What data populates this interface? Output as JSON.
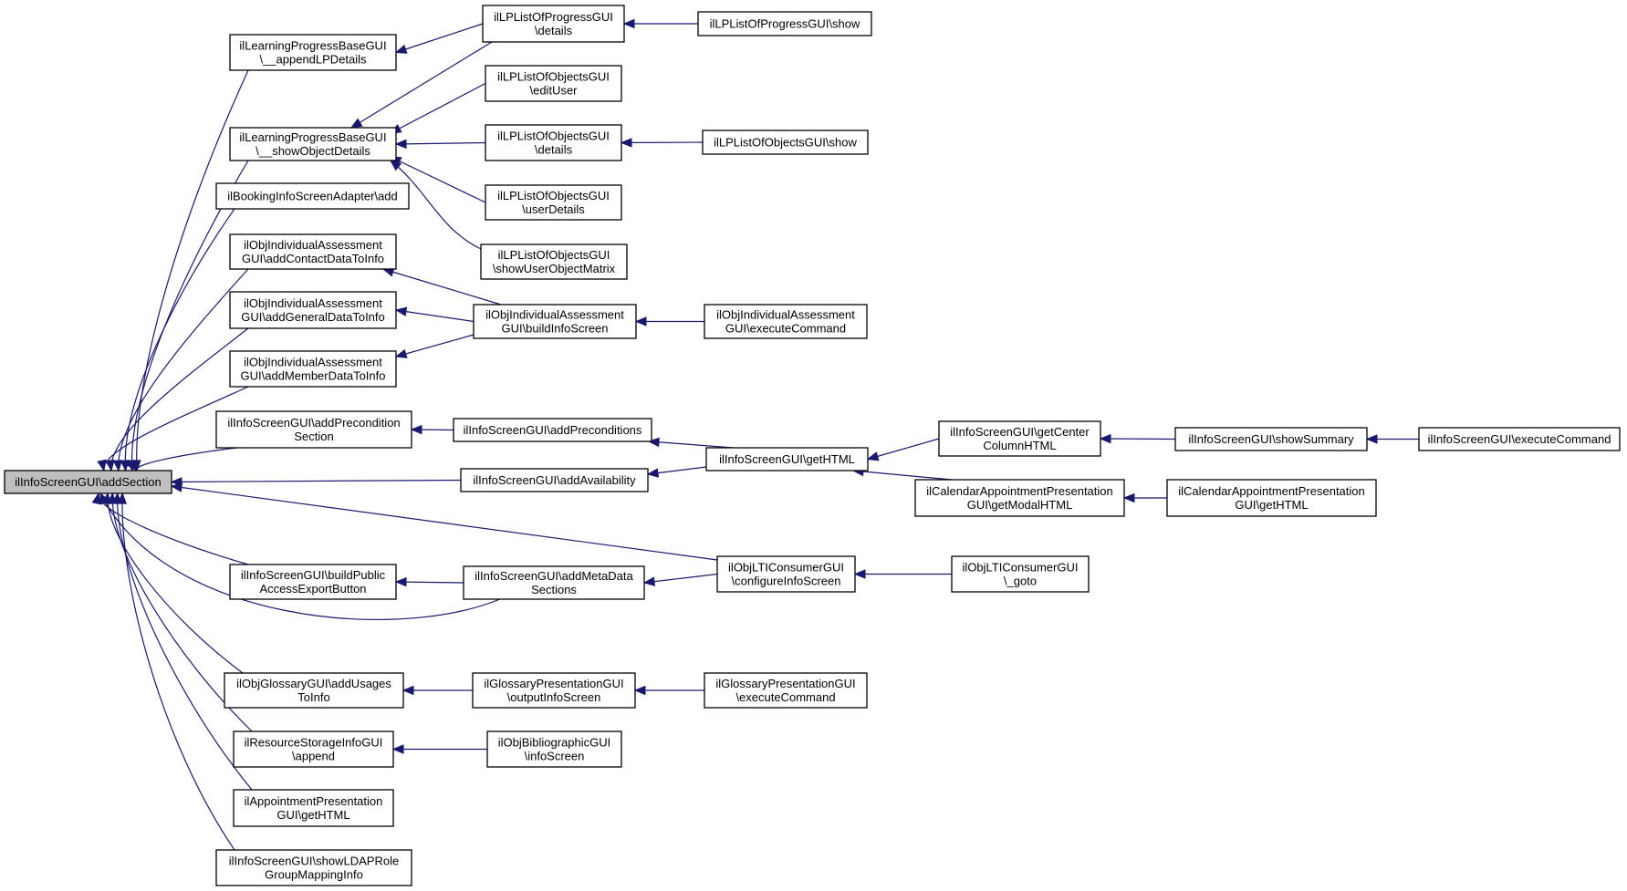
{
  "colors": {
    "edge": "#191970",
    "root_fill": "#bfbfbf",
    "node_fill": "#ffffff",
    "border": "#000000"
  },
  "nodes": [
    {
      "id": "root",
      "lines": [
        "ilInfoScreenGUI\\addSection"
      ],
      "root": true
    },
    {
      "id": "appendLP",
      "lines": [
        "ilLearningProgressBaseGUI",
        "\\__appendLPDetails"
      ]
    },
    {
      "id": "showObjDet",
      "lines": [
        "ilLearningProgressBaseGUI",
        "\\__showObjectDetails"
      ]
    },
    {
      "id": "booking",
      "lines": [
        "ilBookingInfoScreenAdapter\\add"
      ]
    },
    {
      "id": "addContact",
      "lines": [
        "ilObjIndividualAssessment",
        "GUI\\addContactDataToInfo"
      ]
    },
    {
      "id": "addGeneral",
      "lines": [
        "ilObjIndividualAssessment",
        "GUI\\addGeneralDataToInfo"
      ]
    },
    {
      "id": "addMember",
      "lines": [
        "ilObjIndividualAssessment",
        "GUI\\addMemberDataToInfo"
      ]
    },
    {
      "id": "addPrecSec",
      "lines": [
        "ilInfoScreenGUI\\addPrecondition",
        "Section"
      ]
    },
    {
      "id": "buildPublic",
      "lines": [
        "ilInfoScreenGUI\\buildPublic",
        "AccessExportButton"
      ]
    },
    {
      "id": "glossUsages",
      "lines": [
        "ilObjGlossaryGUI\\addUsages",
        "ToInfo"
      ]
    },
    {
      "id": "resStorage",
      "lines": [
        "ilResourceStorageInfoGUI",
        "\\append"
      ]
    },
    {
      "id": "apptPres",
      "lines": [
        "ilAppointmentPresentation",
        "GUI\\getHTML"
      ]
    },
    {
      "id": "ldap",
      "lines": [
        "ilInfoScreenGUI\\showLDAPRole",
        "GroupMappingInfo"
      ]
    },
    {
      "id": "lpProgDet",
      "lines": [
        "ilLPListOfProgressGUI",
        "\\details"
      ]
    },
    {
      "id": "lpObjEdit",
      "lines": [
        "ilLPListOfObjectsGUI",
        "\\editUser"
      ]
    },
    {
      "id": "lpObjDet",
      "lines": [
        "ilLPListOfObjectsGUI",
        "\\details"
      ]
    },
    {
      "id": "lpObjUser",
      "lines": [
        "ilLPListOfObjectsGUI",
        "\\userDetails"
      ]
    },
    {
      "id": "lpObjMatrix",
      "lines": [
        "ilLPListOfObjectsGUI",
        "\\showUserObjectMatrix"
      ]
    },
    {
      "id": "buildInfo",
      "lines": [
        "ilObjIndividualAssessment",
        "GUI\\buildInfoScreen"
      ]
    },
    {
      "id": "addPrecs",
      "lines": [
        "ilInfoScreenGUI\\addPreconditions"
      ]
    },
    {
      "id": "addAvail",
      "lines": [
        "ilInfoScreenGUI\\addAvailability"
      ]
    },
    {
      "id": "addMeta",
      "lines": [
        "ilInfoScreenGUI\\addMetaData",
        "Sections"
      ]
    },
    {
      "id": "glossOut",
      "lines": [
        "ilGlossaryPresentationGUI",
        "\\outputInfoScreen"
      ]
    },
    {
      "id": "biblio",
      "lines": [
        "ilObjBibliographicGUI",
        "\\infoScreen"
      ]
    },
    {
      "id": "lpProgShow",
      "lines": [
        "ilLPListOfProgressGUI\\show"
      ]
    },
    {
      "id": "lpObjShow",
      "lines": [
        "ilLPListOfObjectsGUI\\show"
      ]
    },
    {
      "id": "iaExec",
      "lines": [
        "ilObjIndividualAssessment",
        "GUI\\executeCommand"
      ]
    },
    {
      "id": "getHTML",
      "lines": [
        "ilInfoScreenGUI\\getHTML"
      ]
    },
    {
      "id": "ltiConf",
      "lines": [
        "ilObjLTIConsumerGUI",
        "\\configureInfoScreen"
      ]
    },
    {
      "id": "glossExec",
      "lines": [
        "ilGlossaryPresentationGUI",
        "\\executeCommand"
      ]
    },
    {
      "id": "getCenter",
      "lines": [
        "ilInfoScreenGUI\\getCenter",
        "ColumnHTML"
      ]
    },
    {
      "id": "calModal",
      "lines": [
        "ilCalendarAppointmentPresentation",
        "GUI\\getModalHTML"
      ]
    },
    {
      "id": "ltiGoto",
      "lines": [
        "ilObjLTIConsumerGUI",
        "\\_goto"
      ]
    },
    {
      "id": "showSummary",
      "lines": [
        "ilInfoScreenGUI\\showSummary"
      ]
    },
    {
      "id": "calGetHTML",
      "lines": [
        "ilCalendarAppointmentPresentation",
        "GUI\\getHTML"
      ]
    },
    {
      "id": "execCmd",
      "lines": [
        "ilInfoScreenGUI\\executeCommand"
      ]
    }
  ],
  "edges": [
    {
      "from": "appendLP",
      "to": "root"
    },
    {
      "from": "showObjDet",
      "to": "root"
    },
    {
      "from": "booking",
      "to": "root"
    },
    {
      "from": "addContact",
      "to": "root"
    },
    {
      "from": "addGeneral",
      "to": "root"
    },
    {
      "from": "addMember",
      "to": "root"
    },
    {
      "from": "addPrecSec",
      "to": "root"
    },
    {
      "from": "addAvail",
      "to": "root"
    },
    {
      "from": "ltiConf",
      "to": "root"
    },
    {
      "from": "buildPublic",
      "to": "root"
    },
    {
      "from": "addMeta",
      "to": "root"
    },
    {
      "from": "glossUsages",
      "to": "root"
    },
    {
      "from": "resStorage",
      "to": "root"
    },
    {
      "from": "apptPres",
      "to": "root"
    },
    {
      "from": "ldap",
      "to": "root"
    },
    {
      "from": "lpProgDet",
      "to": "appendLP"
    },
    {
      "from": "lpProgDet",
      "to": "showObjDet"
    },
    {
      "from": "lpObjEdit",
      "to": "showObjDet"
    },
    {
      "from": "lpObjDet",
      "to": "showObjDet"
    },
    {
      "from": "lpObjUser",
      "to": "showObjDet"
    },
    {
      "from": "lpObjMatrix",
      "to": "showObjDet"
    },
    {
      "from": "lpProgShow",
      "to": "lpProgDet"
    },
    {
      "from": "lpObjShow",
      "to": "lpObjDet"
    },
    {
      "from": "buildInfo",
      "to": "addContact"
    },
    {
      "from": "buildInfo",
      "to": "addGeneral"
    },
    {
      "from": "buildInfo",
      "to": "addMember"
    },
    {
      "from": "iaExec",
      "to": "buildInfo"
    },
    {
      "from": "addPrecs",
      "to": "addPrecSec"
    },
    {
      "from": "getHTML",
      "to": "addPrecs"
    },
    {
      "from": "getHTML",
      "to": "addAvail"
    },
    {
      "from": "getCenter",
      "to": "getHTML"
    },
    {
      "from": "calModal",
      "to": "getHTML"
    },
    {
      "from": "showSummary",
      "to": "getCenter"
    },
    {
      "from": "execCmd",
      "to": "showSummary"
    },
    {
      "from": "calGetHTML",
      "to": "calModal"
    },
    {
      "from": "addMeta",
      "to": "buildPublic"
    },
    {
      "from": "ltiConf",
      "to": "addMeta"
    },
    {
      "from": "ltiGoto",
      "to": "ltiConf"
    },
    {
      "from": "glossOut",
      "to": "glossUsages"
    },
    {
      "from": "glossExec",
      "to": "glossOut"
    },
    {
      "from": "biblio",
      "to": "resStorage"
    }
  ]
}
